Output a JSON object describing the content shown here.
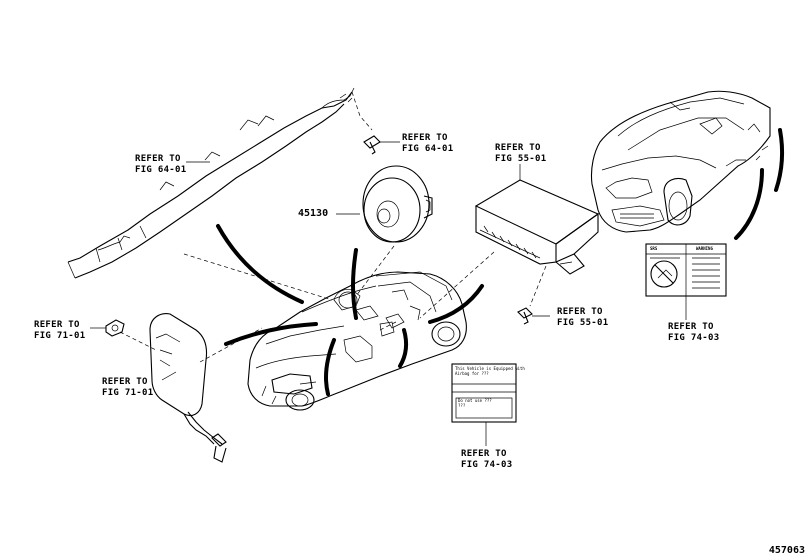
{
  "callouts": [
    {
      "line1": "REFER TO",
      "line2": "FIG 64-01"
    },
    {
      "line1": "REFER TO",
      "line2": "FIG 64-01"
    },
    {
      "line1": "REFER TO",
      "line2": "FIG 55-01"
    },
    {
      "line1": "REFER TO",
      "line2": "FIG 55-01"
    },
    {
      "line1": "REFER TO",
      "line2": "FIG 71-01"
    },
    {
      "line1": "REFER TO",
      "line2": "FIG 71-01"
    },
    {
      "line1": "REFER TO",
      "line2": "FIG 74-03"
    },
    {
      "line1": "REFER TO",
      "line2": "FIG 74-03"
    }
  ],
  "part_number": "45130",
  "diagram_id": "457063",
  "label_left": {
    "line1": "This Vehicle is Equipped with",
    "line2": "Airbag for ???",
    "line3": "Do not use ???",
    "line4": "???"
  },
  "label_right": {
    "header": "WARNING",
    "left_header": "SRS"
  }
}
